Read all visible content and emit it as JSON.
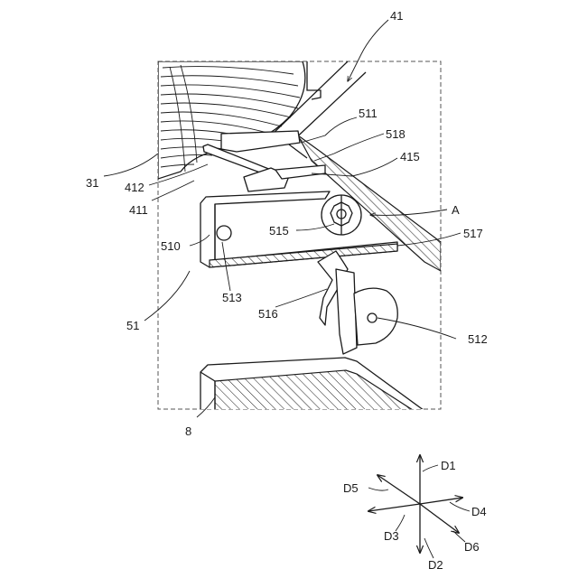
{
  "labels": {
    "l41": "41",
    "l511": "511",
    "l518": "518",
    "l415": "415",
    "l31": "31",
    "l412": "412",
    "l411": "411",
    "lA": "A",
    "l515": "515",
    "l517": "517",
    "l510": "510",
    "l513": "513",
    "l516": "516",
    "l51": "51",
    "l512": "512",
    "l8": "8"
  },
  "directions": {
    "d1": "D1",
    "d2": "D2",
    "d3": "D3",
    "d4": "D4",
    "d5": "D5",
    "d6": "D6"
  }
}
